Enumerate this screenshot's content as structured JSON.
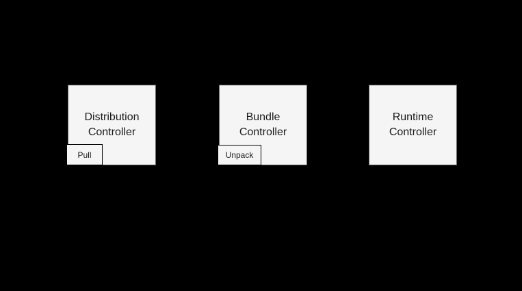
{
  "theme": {
    "background": "#000000",
    "node_fill": "#f5f5f5",
    "node_stroke": "#666666",
    "badge_fill": "#f5f5f5",
    "badge_stroke": "#000000",
    "text_color": "#1a1a1a"
  },
  "diagram": {
    "nodes": [
      {
        "label": "Distribution Controller",
        "action": "Pull"
      },
      {
        "label": "Bundle Controller",
        "action": "Unpack"
      },
      {
        "label": "Runtime Controller"
      }
    ]
  }
}
